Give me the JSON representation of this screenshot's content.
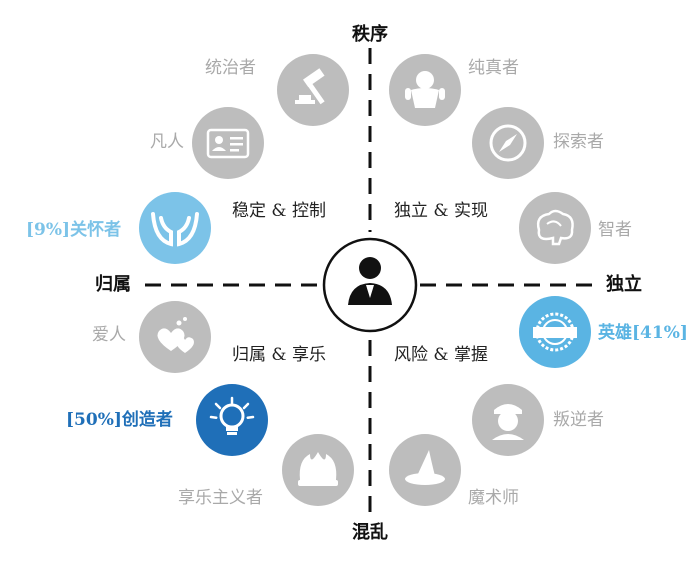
{
  "axes": {
    "top": "秩序",
    "bottom": "混乱",
    "left": "归属",
    "right": "独立"
  },
  "quadrants": {
    "top_left": "稳定 & 控制",
    "top_right": "独立 & 实现",
    "bottom_left": "归属 & 享乐",
    "bottom_right": "风险 & 掌握"
  },
  "archetypes": [
    {
      "id": "ruler",
      "label": "统治者",
      "icon": "gavel-icon",
      "highlight": false,
      "color": "#bdbdbd"
    },
    {
      "id": "innocent",
      "label": "纯真者",
      "icon": "baby-icon",
      "highlight": false,
      "color": "#bdbdbd"
    },
    {
      "id": "regular",
      "label": "凡人",
      "icon": "id-card-icon",
      "highlight": false,
      "color": "#bdbdbd"
    },
    {
      "id": "explorer",
      "label": "探索者",
      "icon": "compass-icon",
      "highlight": false,
      "color": "#bdbdbd"
    },
    {
      "id": "caregiver",
      "label": "[9%]关怀者",
      "icon": "caring-hands-icon",
      "highlight": true,
      "color": "#7cc3e8"
    },
    {
      "id": "sage",
      "label": "智者",
      "icon": "brain-icon",
      "highlight": false,
      "color": "#bdbdbd"
    },
    {
      "id": "lover",
      "label": "爱人",
      "icon": "hearts-icon",
      "highlight": false,
      "color": "#bdbdbd"
    },
    {
      "id": "hero",
      "label": "英雄[41%]",
      "icon": "badge-icon",
      "highlight": true,
      "color": "#5ab4e3"
    },
    {
      "id": "creator",
      "label": "[50%]创造者",
      "icon": "lightbulb-icon",
      "highlight": true,
      "color": "#1f6fb8"
    },
    {
      "id": "rebel",
      "label": "叛逆者",
      "icon": "rebel-face-icon",
      "highlight": false,
      "color": "#bdbdbd"
    },
    {
      "id": "jester",
      "label": "享乐主义者",
      "icon": "jester-hat-icon",
      "highlight": false,
      "color": "#bdbdbd"
    },
    {
      "id": "magician",
      "label": "魔术师",
      "icon": "wizard-hat-icon",
      "highlight": false,
      "color": "#bdbdbd"
    }
  ],
  "center": {
    "icon": "person-icon"
  },
  "colors": {
    "inactive_icon": "#bdbdbd",
    "inactive_text": "#a9a9a9",
    "axis_line": "#111111"
  }
}
